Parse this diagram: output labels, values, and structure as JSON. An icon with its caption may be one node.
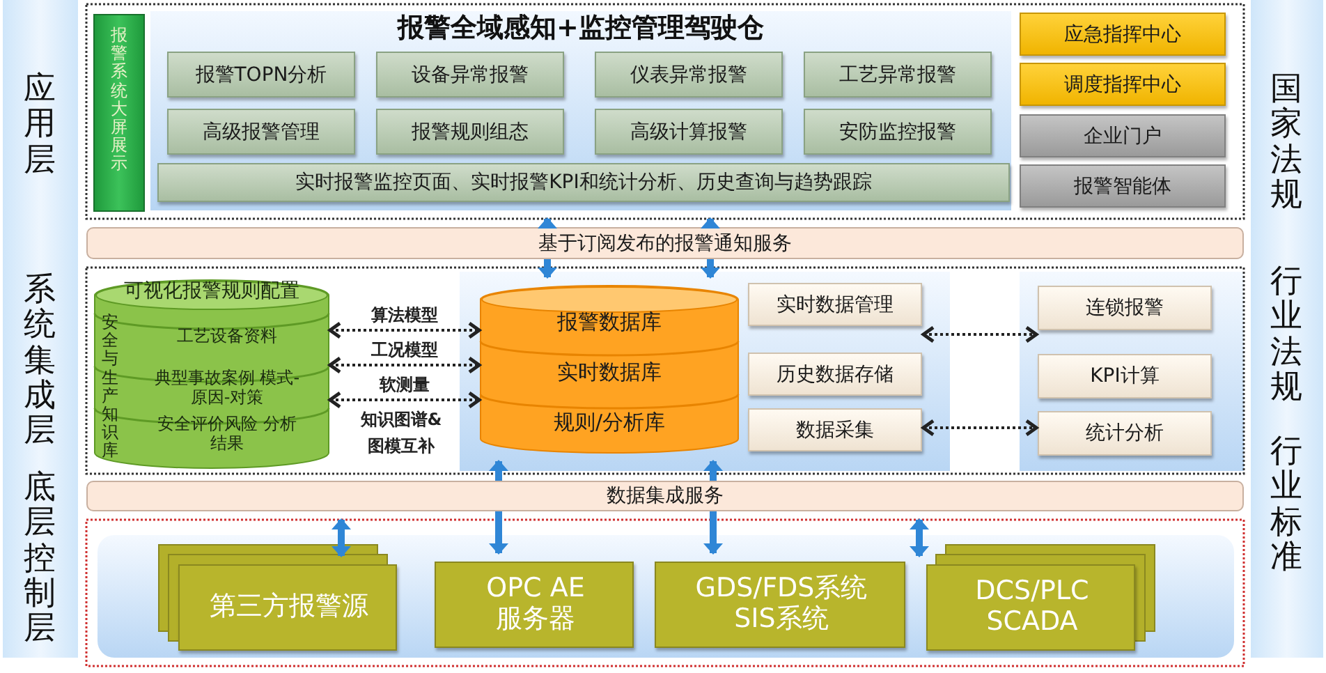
{
  "diagram": {
    "nodes": [
      {
        "text": [
          "应用层",
          "系统集成层",
          "底层控制层"
        ]
      },
      {
        "text": [
          "国家法规",
          "行业法规",
          "行业标准"
        ]
      },
      {
        "text": [
          "报警系统大屏展示"
        ]
      },
      {
        "text": [
          "报警全域感知+监控管理驾驶仓"
        ]
      },
      {
        "text": [
          "报警TOPN分析"
        ],
        "in": 3
      },
      {
        "text": [
          "设备异常报警"
        ],
        "in": 3
      },
      {
        "text": [
          "仪表异常报警"
        ],
        "in": 3
      },
      {
        "text": [
          "工艺异常报警"
        ],
        "in": 3
      },
      {
        "text": [
          "高级报警管理"
        ],
        "in": 3
      },
      {
        "text": [
          "报警规则组态"
        ],
        "in": 3
      },
      {
        "text": [
          "高级计算报警"
        ],
        "in": 3
      },
      {
        "text": [
          "安防监控报警"
        ],
        "in": 3
      },
      {
        "text": [
          "实时报警监控页面、实时报警KPI和统计分析、历史查询与趋势跟踪"
        ],
        "in": 3
      },
      {
        "text": [
          "应急指挥中心"
        ]
      },
      {
        "text": [
          "调度指挥中心"
        ]
      },
      {
        "text": [
          "企业门户"
        ]
      },
      {
        "text": [
          "报警智能体"
        ]
      },
      {
        "text": [
          "基于订阅发布的报警通知服务"
        ]
      },
      {
        "text": [
          "可视化报警规则配置",
          "安全与生产知识库",
          "工艺设备资料",
          "典型事故案例 模式-原因-对策",
          "安全评价风险 分析结果"
        ]
      },
      {
        "text": [
          "报警数据库",
          "实时数据库",
          "规则/分析库"
        ]
      },
      {
        "text": [
          "实时数据管理"
        ]
      },
      {
        "text": [
          "历史数据存储"
        ]
      },
      {
        "text": [
          "数据采集"
        ]
      },
      {
        "text": [
          "连锁报警"
        ]
      },
      {
        "text": [
          "KPI计算"
        ]
      },
      {
        "text": [
          "统计分析"
        ]
      },
      {
        "text": [
          "数据集成服务"
        ]
      },
      {
        "text": [
          "第三方报警源"
        ]
      },
      {
        "text": [
          "OPC AE 服务器"
        ]
      },
      {
        "text": [
          "GDS/FDS系统 SIS系统"
        ]
      },
      {
        "text": [
          "DCS/PLC SCADA"
        ]
      }
    ],
    "edges": [
      {
        "from": 17,
        "to": 3,
        "arrow": "to"
      },
      {
        "from": 17,
        "to": 3,
        "arrow": "to"
      },
      {
        "from": 17,
        "to": 19,
        "arrow": "to"
      },
      {
        "from": 17,
        "to": 19,
        "arrow": "to"
      },
      {
        "from": 18,
        "to": 19,
        "arrow": "both",
        "label": "算法模型",
        "style": "dashed",
        "color": "#222222"
      },
      {
        "from": 18,
        "to": 19,
        "arrow": "both",
        "label": "工况模型",
        "style": "dashed",
        "color": "#222222"
      },
      {
        "from": 18,
        "to": 19,
        "arrow": "both",
        "label": "软测量",
        "style": "dashed",
        "color": "#222222"
      },
      {
        "from": 20,
        "to": 23,
        "arrow": "both",
        "style": "dashed",
        "color": "#222222"
      },
      {
        "from": 22,
        "to": 25,
        "arrow": "both",
        "style": "dashed",
        "color": "#222222"
      },
      {
        "from": 26,
        "to": 19,
        "arrow": "to"
      },
      {
        "from": 26,
        "to": 19,
        "arrow": "to"
      },
      {
        "from": 26,
        "to": 27,
        "arrow": "both"
      },
      {
        "from": 26,
        "to": 28,
        "arrow": "to"
      },
      {
        "from": 26,
        "to": 29,
        "arrow": "to"
      },
      {
        "from": 26,
        "to": 30,
        "arrow": "both"
      }
    ],
    "labels": [
      "知识图谱& 图模互补"
    ]
  }
}
